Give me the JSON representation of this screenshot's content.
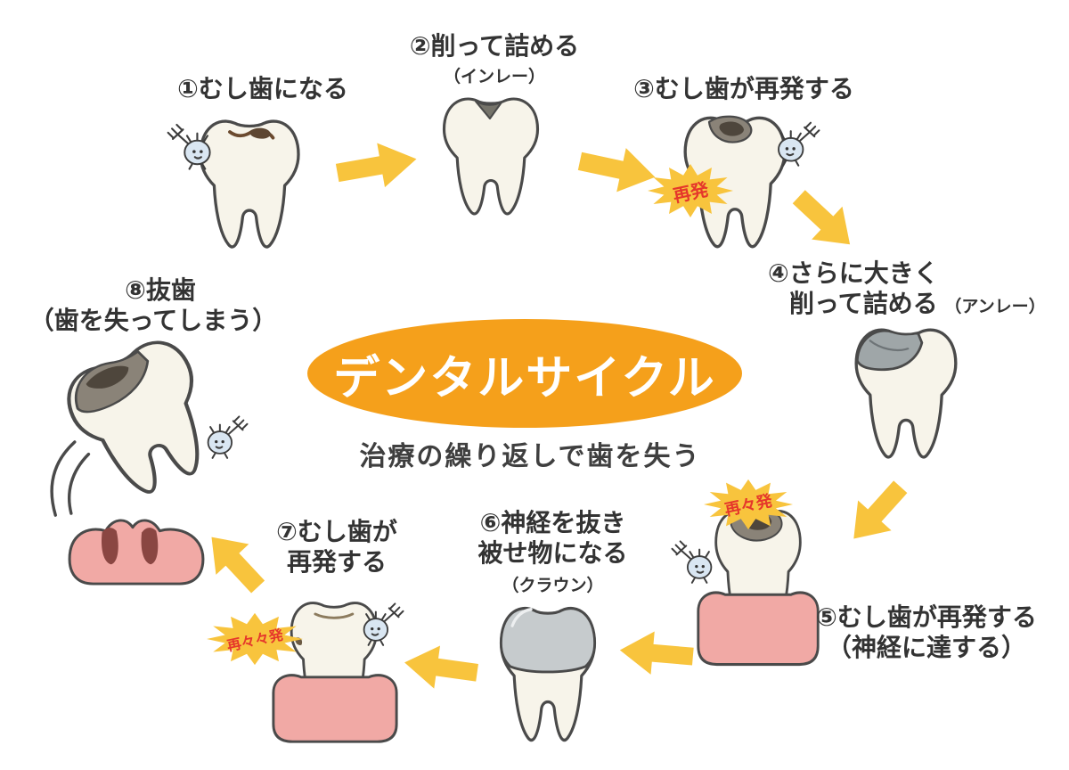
{
  "center": {
    "title": "デンタルサイクル",
    "subtitle": "治療の繰り返しで歯を失う"
  },
  "steps": [
    {
      "label": "①むし歯になる"
    },
    {
      "label": "②削って詰める",
      "sub": "（インレー）"
    },
    {
      "label": "③むし歯が再発する",
      "burst": "再発"
    },
    {
      "label": "④さらに大きく",
      "label2": "削って詰める",
      "sub": "（アンレー）"
    },
    {
      "label": "⑤むし歯が再発する",
      "label2": "（神経に達する）",
      "burst": "再々発"
    },
    {
      "label": "⑥神経を抜き",
      "label2": "被せ物になる",
      "sub": "（クラウン）"
    },
    {
      "label": "⑦むし歯が",
      "label2": "再発する",
      "burst": "再々々発"
    },
    {
      "label": "⑧抜歯",
      "label2": "（歯を失ってしまう）"
    }
  ],
  "colors": {
    "arrow": "#F8C43D",
    "ellipse": "#F5A01B",
    "ellipse-text": "#FFFFFF",
    "burst-fill": "#F8C43D",
    "burst-text": "#E5372B",
    "label": "#333333",
    "tooth-fill": "#F7F4EA",
    "tooth-outline": "#4A4A4A",
    "gum": "#F1A9A5",
    "bacteria-body": "#D9E6F2"
  }
}
